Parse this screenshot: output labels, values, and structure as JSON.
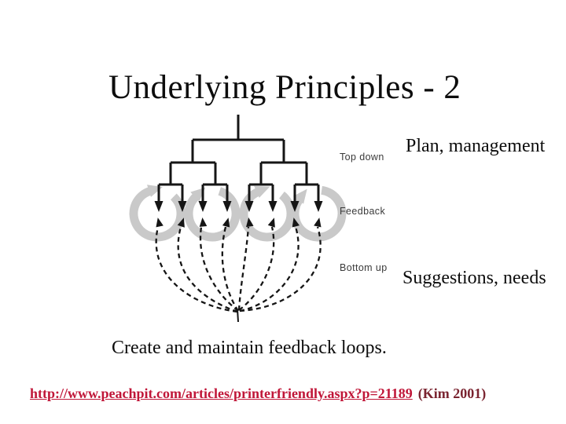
{
  "slide": {
    "title": "Underlying Principles - 2",
    "label_top_right": "Plan, management",
    "label_bottom_right": "Suggestions, needs",
    "caption": "Create and maintain feedback loops.",
    "footer": {
      "link": "http://www.peachpit.com/articles/printerfriendly.aspx?p=21189",
      "citation": "(Kim 2001)"
    },
    "diagram": {
      "label_top_down": "Top down",
      "label_feedback": "Feedback",
      "label_bottom_up": "Bottom up",
      "description": "Hierarchy tree with top-down solid arrows, gray circular feedback loops, and dashed bottom-up arrows converging to a single point"
    },
    "colors": {
      "background": "#ffffff",
      "ink": "#151515",
      "loop_gray": "#c9c9c9",
      "diagram_label_gray": "#3a3a3a",
      "link_red": "#c01638",
      "citation_red": "#7a2430"
    }
  }
}
